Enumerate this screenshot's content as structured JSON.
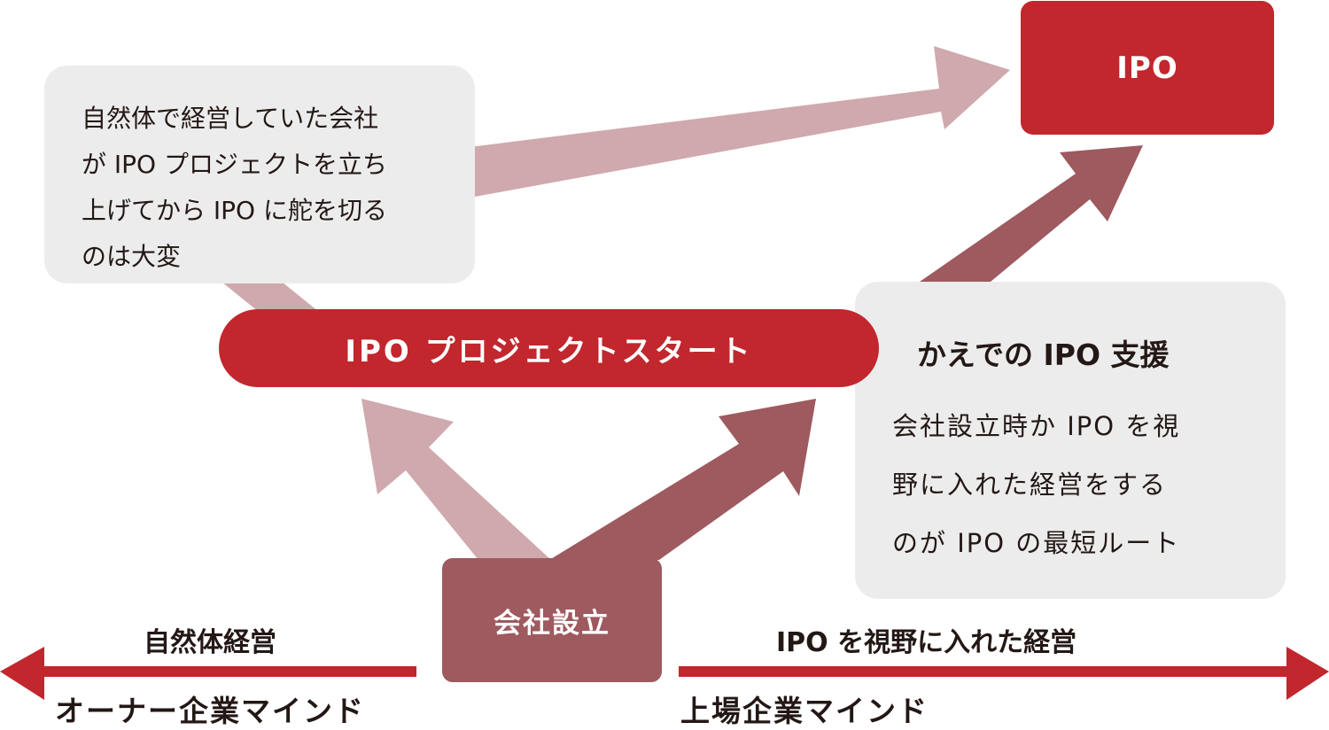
{
  "colors": {
    "red": "#c1272d",
    "mauve": "#9e5a5f",
    "light_pink": "#cfa9ad",
    "gray_box": "#ececec",
    "text": "#231815"
  },
  "ipo_box": {
    "label": "IPO"
  },
  "left_note": {
    "lines": [
      "自然体で経営していた会社",
      "が IPO プロジェクトを立ち",
      "上げてから IPO に舵を切る",
      "のは大変"
    ]
  },
  "project_start": {
    "label": "IPO プロジェクトスタート"
  },
  "kaede_note": {
    "title": "かえでの IPO 支援",
    "lines": [
      "会社設立時か IPO を視",
      "野に入れた経営をする",
      "のが IPO の最短ルート"
    ]
  },
  "founding_box": {
    "label": "会社設立"
  },
  "bottom_axis": {
    "left_top": "自然体経営",
    "left_bottom": "オーナー企業マインド",
    "right_top": "IPO を視野に入れた経営",
    "right_bottom": "上場企業マインド"
  }
}
